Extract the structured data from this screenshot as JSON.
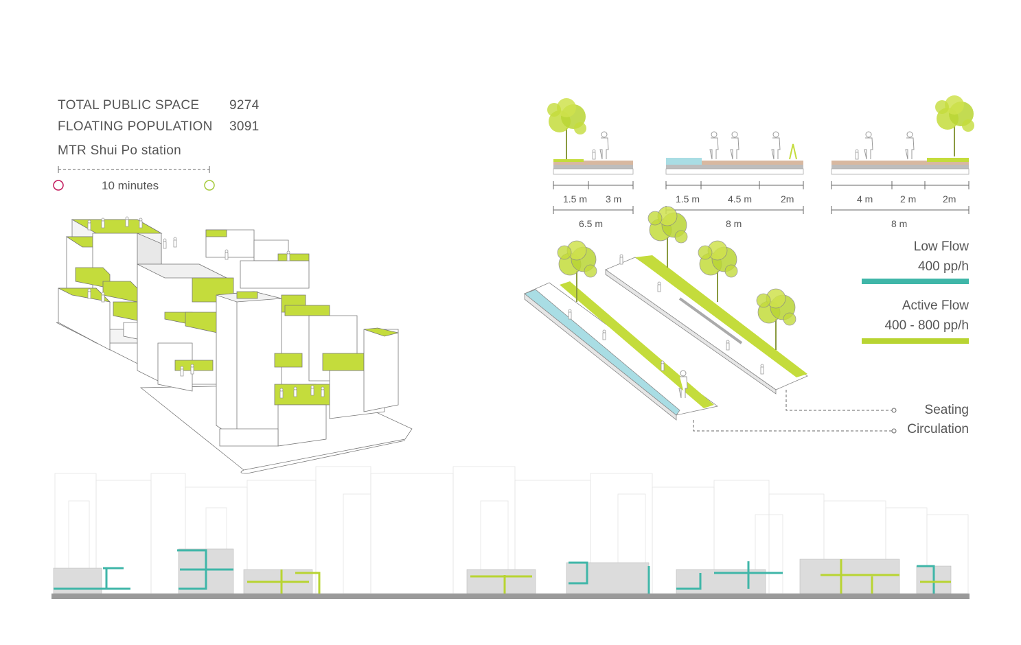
{
  "stats": {
    "total_public_space_label": "TOTAL PUBLIC SPACE",
    "total_public_space_value": "9274",
    "floating_population_label": "FLOATING POPULATION",
    "floating_population_value": "3091",
    "station": "MTR Shui Po station",
    "walk_time": "10 minutes"
  },
  "sections": [
    {
      "segments": [
        "1.5 m",
        "3 m"
      ],
      "total": "6.5 m"
    },
    {
      "segments": [
        "1.5 m",
        "4.5 m",
        "2m"
      ],
      "total": "8 m"
    },
    {
      "segments": [
        "4 m",
        "2 m",
        "2m"
      ],
      "total": "8 m"
    }
  ],
  "legend": {
    "low_flow_title": "Low Flow",
    "low_flow_value": "400  pp/h",
    "low_flow_color": "#3fb6a8",
    "active_flow_title": "Active Flow",
    "active_flow_value": "400 - 800 pp/h",
    "active_flow_color": "#b8d432",
    "seating": "Seating",
    "circulation": "Circulation"
  },
  "colors": {
    "green": "#c4dc3c",
    "teal": "#3fb6a8",
    "water": "#a9dde4",
    "ground": "#9a9a9a",
    "start_marker": "#c2185b",
    "end_marker": "#a5c93a"
  }
}
